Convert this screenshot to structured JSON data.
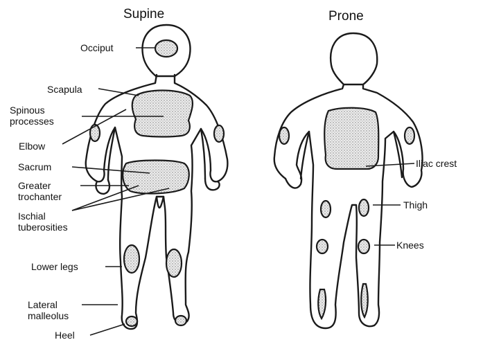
{
  "views": {
    "supine": {
      "title": "Supine",
      "labels": {
        "occiput": "Occiput",
        "scapula": "Scapula",
        "spinous_processes": "Spinous processes",
        "elbow": "Elbow",
        "sacrum": "Sacrum",
        "greater_trochanter": "Greater trochanter",
        "ischial_tuberosities": "Ischial tuberosities",
        "lower_legs": "Lower legs",
        "lateral_malleolus": "Lateral malleolus",
        "heel": "Heel"
      }
    },
    "prone": {
      "title": "Prone",
      "labels": {
        "iliac_crest": "Iliac crest",
        "thigh": "Thigh",
        "knees": "Knees"
      }
    }
  },
  "colors": {
    "outline": "#1a1a1a",
    "pressure_area_fill": "#d9d9d9",
    "background": "#ffffff"
  }
}
